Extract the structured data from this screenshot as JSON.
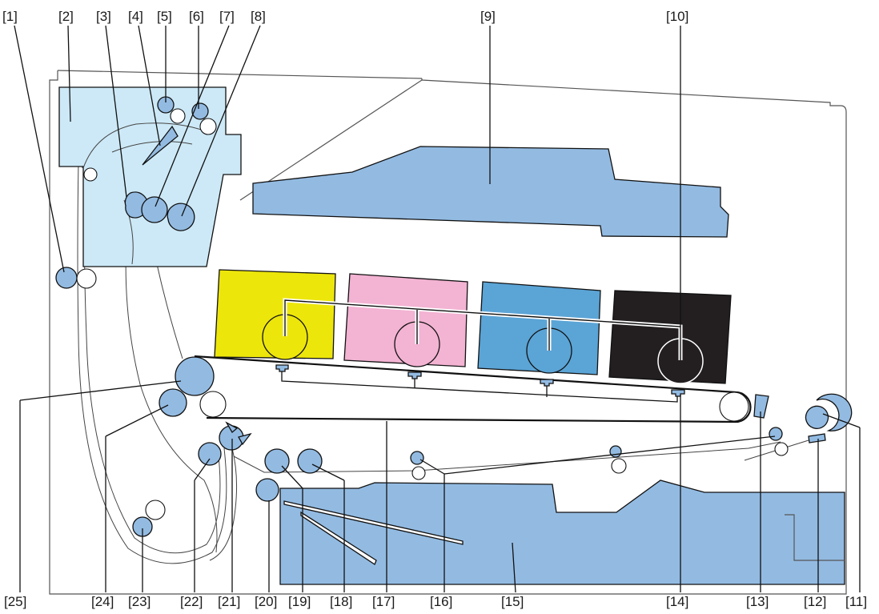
{
  "diagram": {
    "colors": {
      "adf_light_blue": "#cde9f7",
      "part_blue": "#93bbe2",
      "toner_yellow": "#ede60b",
      "toner_magenta": "#f3b3d3",
      "toner_cyan": "#5ba4d6",
      "toner_black": "#231f20",
      "line": "#111111"
    },
    "callouts": [
      {
        "id": "1",
        "label": "[1]"
      },
      {
        "id": "2",
        "label": "[2]"
      },
      {
        "id": "3",
        "label": "[3]"
      },
      {
        "id": "4",
        "label": "[4]"
      },
      {
        "id": "5",
        "label": "[5]"
      },
      {
        "id": "6",
        "label": "[6]"
      },
      {
        "id": "7",
        "label": "[7]"
      },
      {
        "id": "8",
        "label": "[8]"
      },
      {
        "id": "9",
        "label": "[9]"
      },
      {
        "id": "10",
        "label": "[10]"
      },
      {
        "id": "11",
        "label": "[11]"
      },
      {
        "id": "12",
        "label": "[12]"
      },
      {
        "id": "13",
        "label": "[13]"
      },
      {
        "id": "14",
        "label": "[14]"
      },
      {
        "id": "15",
        "label": "[15]"
      },
      {
        "id": "16",
        "label": "[16]"
      },
      {
        "id": "17",
        "label": "[17]"
      },
      {
        "id": "18",
        "label": "[18]"
      },
      {
        "id": "19",
        "label": "[19]"
      },
      {
        "id": "20",
        "label": "[20]"
      },
      {
        "id": "21",
        "label": "[21]"
      },
      {
        "id": "22",
        "label": "[22]"
      },
      {
        "id": "23",
        "label": "[23]"
      },
      {
        "id": "24",
        "label": "[24]"
      },
      {
        "id": "25",
        "label": "[25]"
      }
    ]
  }
}
